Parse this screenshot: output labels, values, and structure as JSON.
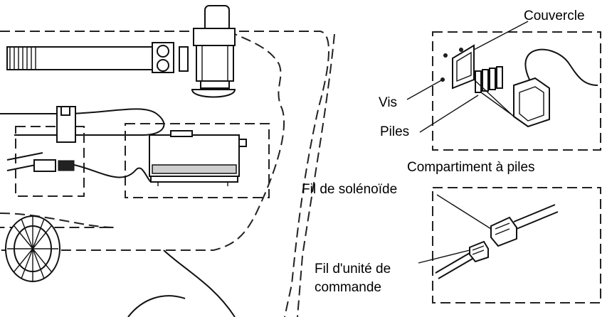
{
  "labels": {
    "cover": "Couvercle",
    "screws": "Vis",
    "batteries": "Piles",
    "battery_compartment": "Compartiment à piles",
    "solenoid_wire": "Fil de solénoïde",
    "control_unit_wire_line1": "Fil d'unité de",
    "control_unit_wire_line2": "commande"
  }
}
